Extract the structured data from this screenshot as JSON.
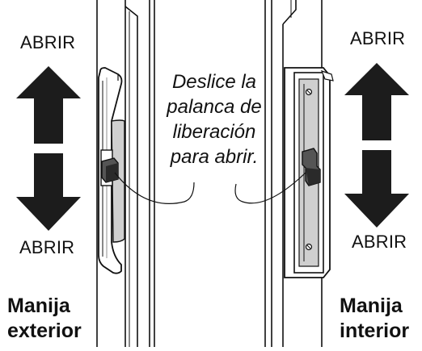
{
  "instruction": {
    "lines": [
      "Deslice la",
      "palanca de",
      "liberación",
      "para abrir."
    ]
  },
  "left": {
    "top_label": "ABRIR",
    "bottom_label": "ABRIR",
    "title_line1": "Manija",
    "title_line2": "exterior"
  },
  "right": {
    "top_label": "ABRIR",
    "bottom_label": "ABRIR",
    "title_line1": "Manija",
    "title_line2": "interior"
  },
  "colors": {
    "arrow": "#1c1c1c",
    "line": "#111111",
    "shade": "#bdbdbd",
    "panel": "#ffffff"
  }
}
